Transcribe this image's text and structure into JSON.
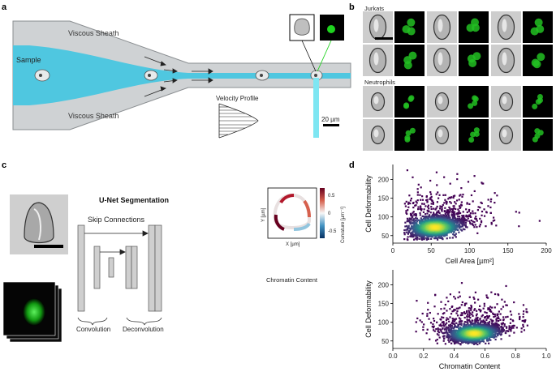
{
  "panels": {
    "a": {
      "label": "a",
      "sample_label": "Sample",
      "sheath_top_label": "Viscous Sheath",
      "sheath_bottom_label": "Viscous Sheath",
      "velocity_profile_label": "Velocity Profile",
      "scalebar_label": "20 µm"
    },
    "b": {
      "label": "b",
      "group_1_label": "Jurkats",
      "group_2_label": "Neutrophils"
    },
    "c": {
      "label": "c",
      "unet_label": "U-Net Segmentation",
      "skip_label": "Skip Connections",
      "conv_label": "Convolution",
      "deconv_label": "Deconvolution",
      "curv_xlabel": "X [µm]",
      "curv_ylabel": "Y [µm]",
      "curv_cbar_label": "Curvature [µm⁻¹]",
      "curv_cbar_ticks": [
        "0.5",
        "0",
        "-0.5"
      ],
      "chromatin_label": "Chromatin Content"
    },
    "d": {
      "label": "d"
    }
  },
  "chart_data": [
    {
      "type": "scatter",
      "title": "",
      "xlabel": "Cell Area [µm²]",
      "ylabel": "Cell Deformability",
      "xlim": [
        0,
        200
      ],
      "ylim": [
        30,
        240
      ],
      "xticks": [
        "0",
        "50",
        "100",
        "150",
        "200"
      ],
      "yticks": [
        "50",
        "100",
        "150",
        "200"
      ],
      "xtick_values": [
        0,
        50,
        100,
        150,
        200
      ],
      "ytick_values": [
        50,
        100,
        150,
        200
      ],
      "density_center": [
        55,
        72
      ],
      "density_spread": [
        17,
        14
      ],
      "point_range_x": [
        15,
        195
      ],
      "point_range_y": [
        38,
        230
      ]
    },
    {
      "type": "scatter",
      "title": "",
      "xlabel": "Chromatin Content",
      "ylabel": "Cell Deformability",
      "xlim": [
        0.0,
        1.0
      ],
      "ylim": [
        30,
        240
      ],
      "xticks": [
        "0.0",
        "0.2",
        "0.4",
        "0.6",
        "0.8",
        "1.0"
      ],
      "yticks": [
        "50",
        "100",
        "150",
        "200"
      ],
      "xtick_values": [
        0.0,
        0.2,
        0.4,
        0.6,
        0.8,
        1.0
      ],
      "ytick_values": [
        50,
        100,
        150,
        200
      ],
      "density_center": [
        0.53,
        70
      ],
      "density_spread": [
        0.08,
        12
      ],
      "point_range_x": [
        0.15,
        0.88
      ],
      "point_range_y": [
        40,
        230
      ]
    }
  ],
  "colors": {
    "channel_fill": "#cfd2d4",
    "channel_stroke": "#8a8e91",
    "sample_stream": "#4fc7e0",
    "laser_beam": "#7ee6f2",
    "fluor_green": "#1fd31f",
    "density_low": "#3b0f70",
    "density_high": "#f3e55d"
  }
}
